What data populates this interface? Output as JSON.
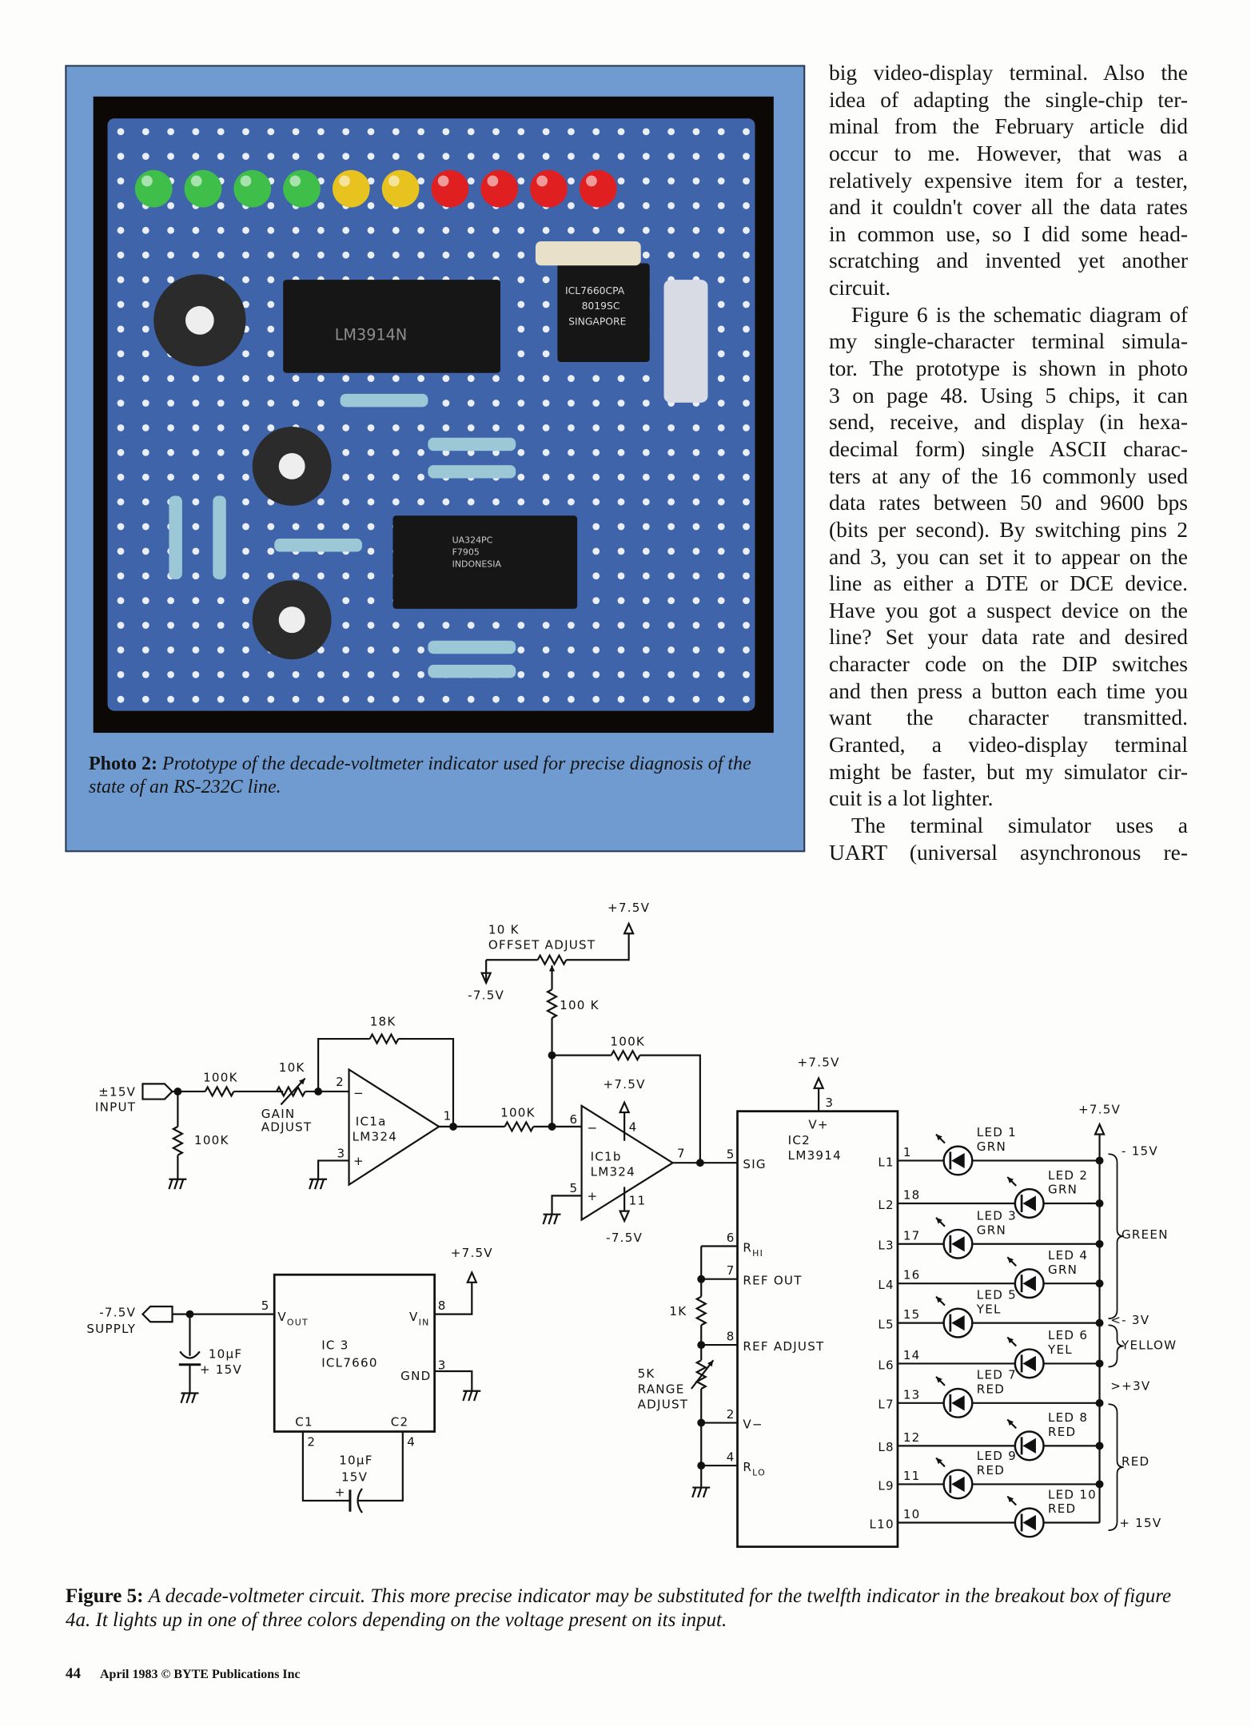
{
  "photo": {
    "caption_label": "Photo 2:",
    "caption_text": "Prototype of the decade-voltmeter indicator used for precise diagnosis of the state of an RS-232C line.",
    "frame_color": "#6f9bd0",
    "board_color": "#3f64aa",
    "led_colors": [
      "#3fbf4a",
      "#3fbf4a",
      "#3fbf4a",
      "#3fbf4a",
      "#e8c21f",
      "#e8c21f",
      "#e02020",
      "#e02020",
      "#e02020",
      "#e02020"
    ],
    "chip_labels": {
      "lm3914": "LM3914N",
      "icl7660_1": "ICL7660CPA",
      "icl7660_2": "8019SC",
      "icl7660_3": "SINGAPORE",
      "ua324_1": "UA324PC",
      "ua324_2": "F7905",
      "ua324_3": "INDONESIA"
    }
  },
  "article": {
    "paragraphs": [
      [
        "big video-display terminal. Also the",
        "idea of adapting the single-chip ter-",
        "minal from the February article did",
        "occur to me. However, that was a",
        "relatively expensive item for a tester,",
        "and it couldn't cover all the data rates",
        "in common use, so I did some head-",
        "scratching and invented yet another",
        "circuit."
      ],
      [
        "Figure 6 is the schematic diagram of",
        "my single-character terminal simula-",
        "tor. The prototype is shown in photo",
        "3 on page 48. Using 5 chips, it can",
        "send, receive, and display (in hexa-",
        "decimal form) single ASCII charac-",
        "ters at any of the 16 commonly used",
        "data rates between 50 and 9600 bps",
        "(bits per second). By switching pins 2",
        "and 3, you can set it to appear on the",
        "line as either a DTE or DCE device.",
        "Have you got a suspect device on the",
        "line? Set your data rate and desired",
        "character code on the DIP switches",
        "and then press a button each time you",
        "want the character transmitted.",
        "Granted, a video-display terminal",
        "might be faster, but my simulator cir-",
        "cuit is a lot lighter."
      ],
      [
        "The terminal simulator uses a",
        "UART (universal asynchronous re-"
      ]
    ],
    "continues": [
      false,
      false,
      true
    ]
  },
  "schematic": {
    "offset_supply": "+7.5V",
    "offset_value": "10 K",
    "offset_label": "OFFSET ADJUST",
    "offset_neg": "-7.5V",
    "r_offset": "100 K",
    "r_feedback1": "18K",
    "r_feedback2": "100K",
    "r_input": "100K",
    "r_gain": "10K",
    "gain_label1": "GAIN",
    "gain_label2": "ADJUST",
    "input_label1": "±15V",
    "input_label2": "INPUT",
    "r_shunt": "100K",
    "r_mid": "100K",
    "ic1a": {
      "name": "IC1a",
      "part": "LM324",
      "pin_in_neg": "2",
      "pin_in_pos": "3",
      "pin_out": "1",
      "minus": "−",
      "plus": "+"
    },
    "ic1b": {
      "name": "IC1b",
      "part": "LM324",
      "pin_in_neg": "6",
      "pin_in_pos": "5",
      "pin_out": "7",
      "pin_vpos": "4",
      "pin_vneg": "11",
      "vpos": "+7.5V",
      "vneg": "-7.5V",
      "minus": "−",
      "plus": "+"
    },
    "ic2": {
      "name": "IC2",
      "part": "LM3914",
      "supply": "+7.5V",
      "pin_vplus": "3",
      "vplus": "V+",
      "left_pins": [
        {
          "num": "5",
          "label": "SIG",
          "sub": ""
        },
        {
          "num": "6",
          "label": "R",
          "sub": "HI"
        },
        {
          "num": "7",
          "label": "REF OUT",
          "sub": ""
        },
        {
          "num": "8",
          "label": "REF ADJUST",
          "sub": ""
        },
        {
          "num": "2",
          "label": "V−",
          "sub": ""
        },
        {
          "num": "4",
          "label": "R",
          "sub": "LO"
        }
      ],
      "outputs": [
        {
          "out": "L1",
          "pin": "1",
          "led": "LED 1",
          "color": "GRN"
        },
        {
          "out": "L2",
          "pin": "18",
          "led": "LED 2",
          "color": "GRN"
        },
        {
          "out": "L3",
          "pin": "17",
          "led": "LED 3",
          "color": "GRN"
        },
        {
          "out": "L4",
          "pin": "16",
          "led": "LED 4",
          "color": "GRN"
        },
        {
          "out": "L5",
          "pin": "15",
          "led": "LED 5",
          "color": "YEL"
        },
        {
          "out": "L6",
          "pin": "14",
          "led": "LED 6",
          "color": "YEL"
        },
        {
          "out": "L7",
          "pin": "13",
          "led": "LED 7",
          "color": "RED"
        },
        {
          "out": "L8",
          "pin": "12",
          "led": "LED 8",
          "color": "RED"
        },
        {
          "out": "L9",
          "pin": "11",
          "led": "LED 9",
          "color": "RED"
        },
        {
          "out": "L10",
          "pin": "10",
          "led": "LED 10",
          "color": "RED"
        }
      ]
    },
    "r_ref": "1K",
    "range_value": "5K",
    "range_label1": "RANGE",
    "range_label2": "ADJUST",
    "led_supply": "+7.5V",
    "ranges": {
      "top": "- 15V",
      "green": "GREEN",
      "neg3": "<- 3V",
      "yellow": "YELLOW",
      "pos3": ">+3V",
      "red": "RED",
      "bottom": "+ 15V"
    },
    "ic3": {
      "name": "IC 3",
      "part": "ICL7660",
      "vout": "V",
      "vout_sub": "OUT",
      "vin": "V",
      "vin_sub": "IN",
      "gnd": "GND",
      "c1": "C1",
      "c2": "C2",
      "pin_vout": "5",
      "pin_vin": "8",
      "pin_gnd": "3",
      "pin_c1": "2",
      "pin_c2": "4",
      "supply": "+7.5V",
      "cap_value": "10μF",
      "cap_voltage": "15V",
      "cap_plus": "+"
    },
    "supply_label1": "-7.5V",
    "supply_label2": "SUPPLY",
    "supply_cap_value": "10μF",
    "supply_cap_voltage": "+ 15V"
  },
  "figure": {
    "label": "Figure 5:",
    "text": "A decade-voltmeter circuit. This more precise indicator may be substituted for the twelfth indicator in the breakout box of figure 4a. It lights up in one of three colors depending on the voltage present on its input."
  },
  "footer": {
    "page": "44",
    "credit": "April 1983 © BYTE Publications Inc"
  }
}
